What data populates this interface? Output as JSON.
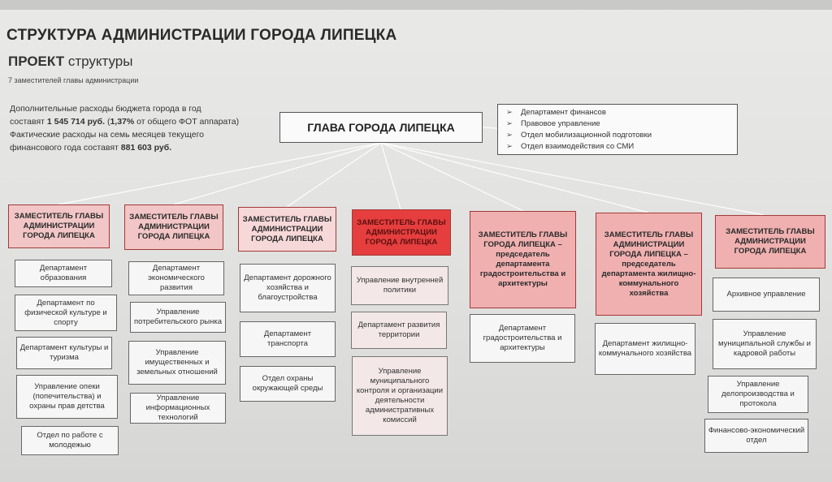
{
  "title": "СТРУКТУРА АДМИНИСТРАЦИИ  ГОРОДА ЛИПЕЦКА",
  "subtitle": {
    "strong": "ПРОЕКТ",
    "rest": " структуры"
  },
  "deputies_note": "7 заместителей главы администрации",
  "budget": {
    "line1": "Дополнительные расходы бюджета города в год",
    "line2_prefix": "составят ",
    "line2_amount": "1 545 714 руб.",
    "line2_suffix": " (",
    "line2_pct": "1,37%",
    "line2_end": " от общего ФОТ аппарата)",
    "line3": "Фактические расходы на семь месяцев текущего",
    "line4_prefix": "финансового года составят ",
    "line4_amount": "881 603 руб."
  },
  "head": "ГЛАВА ГОРОДА ЛИПЕЦКА",
  "direct_units": [
    "Департамент финансов",
    "Правовое управление",
    "Отдел мобилизационной подготовки",
    "Отдел взаимодействия со СМИ"
  ],
  "deputies": [
    {
      "title": "ЗАМЕСТИТЕЛЬ ГЛАВЫ АДМИНИСТРАЦИИ ГОРОДА ЛИПЕЦКА",
      "units": [
        "Департамент образования",
        "Департамент по физической культуре и спорту",
        "Департамент культуры и туризма",
        "Управление опеки (попечительства) и охраны прав детства",
        "Отдел по работе с молодежью"
      ]
    },
    {
      "title": "ЗАМЕСТИТЕЛЬ ГЛАВЫ АДМИНИСТРАЦИИ ГОРОДА ЛИПЕЦКА",
      "units": [
        "Департамент экономического развития",
        "Управление потребительского рынка",
        "Управление имущественных и земельных отношений",
        "Управление информационных технологий"
      ]
    },
    {
      "title": "ЗАМЕСТИТЕЛЬ ГЛАВЫ АДМИНИСТРАЦИИ ГОРОДА ЛИПЕЦКА",
      "units": [
        "Департамент дорожного хозяйства и благоустройства",
        "Департамент транспорта",
        "Отдел охраны окружающей среды"
      ]
    },
    {
      "title": "ЗАМЕСТИТЕЛЬ ГЛАВЫ АДМИНИСТРАЦИИ ГОРОДА ЛИПЕЦКА",
      "units": [
        "Управление внутренней политики",
        "Департамент развития территории",
        "Управление муниципального контроля и организации деятельности административных комиссий"
      ]
    },
    {
      "title": "ЗАМЕСТИТЕЛЬ ГЛАВЫ ГОРОДА ЛИПЕЦКА – председатель департамента градостроительства и архитектуры",
      "units": [
        "Департамент градостроительства и архитектуры"
      ]
    },
    {
      "title": "ЗАМЕСТИТЕЛЬ ГЛАВЫ АДМИНИСТРАЦИИ ГОРОДА ЛИПЕЦКА – председатель департамента жилищно-коммунального хозяйства",
      "units": [
        "Департамент жилищно-коммунального хозяйства"
      ]
    },
    {
      "title": "ЗАМЕСТИТЕЛЬ ГЛАВЫ АДМИНИСТРАЦИИ ГОРОДА ЛИПЕЦКА",
      "units": [
        "Архивное управление",
        "Управление муниципальной службы и кадровой работы",
        "Управление делопроизводства и протокола",
        "Финансово-экономический отдел"
      ]
    }
  ],
  "colors": {
    "deputy_fill": "#f2c6c6",
    "deputy_highlight": "#e63e3e",
    "deputy_border": "#a23a3a",
    "unit_border": "#666666"
  },
  "icons": {
    "bullet": "arrow-bullet-icon"
  }
}
